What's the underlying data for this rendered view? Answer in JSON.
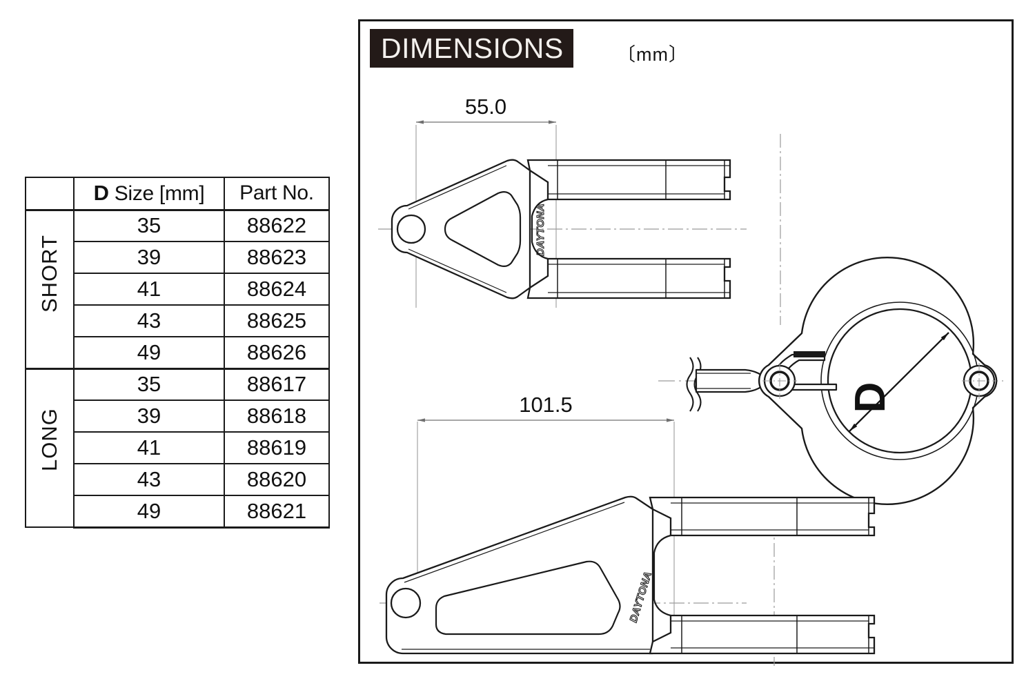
{
  "table": {
    "headers": [
      "",
      "D Size [mm]",
      "Part No."
    ],
    "header_d": "D",
    "header_size_rest": " Size [mm]",
    "header_part": "Part No.",
    "groups": [
      {
        "label": "SHORT",
        "rows": [
          {
            "size": "35",
            "part": "88622"
          },
          {
            "size": "39",
            "part": "88623"
          },
          {
            "size": "41",
            "part": "88624"
          },
          {
            "size": "43",
            "part": "88625"
          },
          {
            "size": "49",
            "part": "88626"
          }
        ]
      },
      {
        "label": "LONG",
        "rows": [
          {
            "size": "35",
            "part": "88617"
          },
          {
            "size": "39",
            "part": "88618"
          },
          {
            "size": "41",
            "part": "88619"
          },
          {
            "size": "43",
            "part": "88620"
          },
          {
            "size": "49",
            "part": "88621"
          }
        ]
      }
    ]
  },
  "panel": {
    "banner_title": "DIMENSIONS",
    "unit_label": "〔mm〕"
  },
  "drawings": {
    "short_bracket": {
      "dimension_label": "55.0",
      "brand_text": "DAYTONA"
    },
    "long_bracket": {
      "dimension_label": "101.5",
      "brand_text": "DAYTONA"
    },
    "clamp": {
      "diameter_label": "D"
    }
  },
  "colors": {
    "line": "#1a1a1a",
    "dimension_line": "#8a8a8a",
    "centerline": "#9a9a9a",
    "banner_bg": "#231a18",
    "banner_text": "#f4f1ee",
    "background": "#ffffff"
  }
}
